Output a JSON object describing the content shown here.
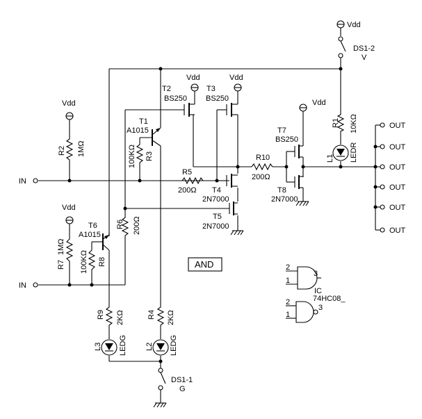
{
  "labels": {
    "vdd": "Vdd",
    "in": "IN",
    "out": "OUT",
    "ds1_2": "DS1-2",
    "ds1_2_sub": "V",
    "ds1_1": "DS1-1",
    "ds1_1_sub": "G",
    "and": "AND",
    "ic_name": "IC",
    "ic_part": "74HC08_",
    "gate_pin_in1": "2",
    "gate_pin_in2": "1",
    "gate_pin_out": "3"
  },
  "components": {
    "r1": {
      "ref": "R1",
      "value": "10KΩ"
    },
    "r2": {
      "ref": "R2",
      "value": "1MΩ"
    },
    "r3": {
      "ref": "R3",
      "value": "100KΩ"
    },
    "r4": {
      "ref": "R4",
      "value": "2KΩ"
    },
    "r5": {
      "ref": "R5",
      "value": "200Ω"
    },
    "r6": {
      "ref": "R6",
      "value": "200Ω"
    },
    "r7": {
      "ref": "R7",
      "value": "1MΩ"
    },
    "r8": {
      "ref": "R8",
      "value": "100KΩ"
    },
    "r9": {
      "ref": "R9",
      "value": "2KΩ"
    },
    "r10": {
      "ref": "R10",
      "value": "200Ω"
    },
    "t1": {
      "ref": "T1",
      "part": "A1015"
    },
    "t2": {
      "ref": "T2",
      "part": "BS250"
    },
    "t3": {
      "ref": "T3",
      "part": "BS250"
    },
    "t4": {
      "ref": "T4",
      "part": "2N7000"
    },
    "t5": {
      "ref": "T5",
      "part": "2N7000"
    },
    "t6": {
      "ref": "T6",
      "part": "A1015"
    },
    "t7": {
      "ref": "T7",
      "part": "BS250"
    },
    "t8": {
      "ref": "T8",
      "part": "2N7000"
    },
    "l1": {
      "ref": "L1",
      "part": "LEDR"
    },
    "l2": {
      "ref": "L2",
      "part": "LEDG"
    },
    "l3": {
      "ref": "L3",
      "part": "LEDG"
    }
  }
}
